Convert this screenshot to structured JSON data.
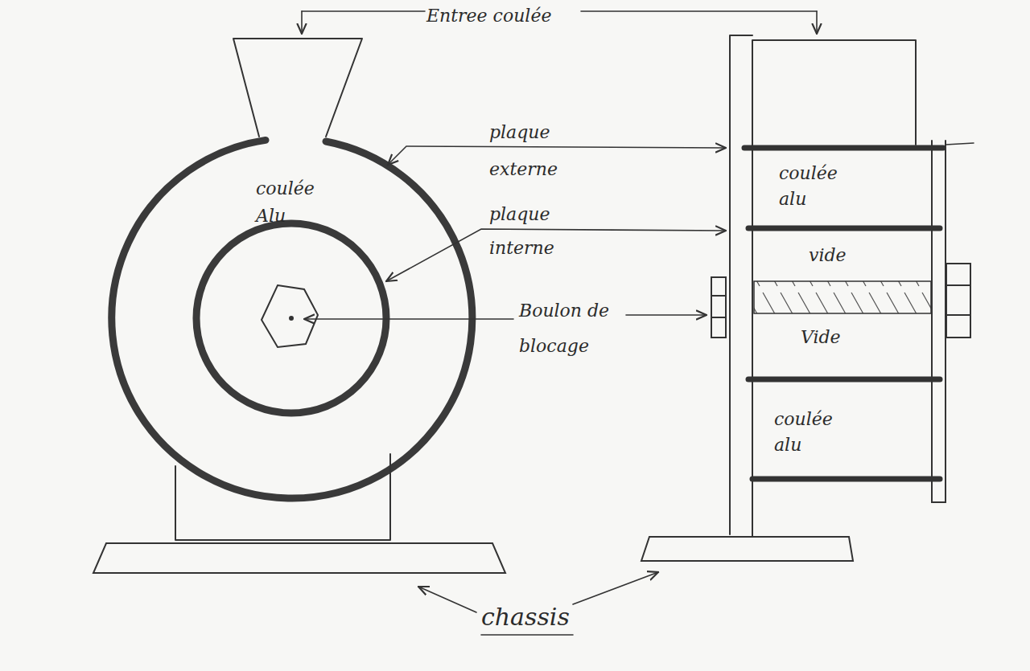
{
  "diagram": {
    "labels": [
      "Entree coulée",
      "plaque externe",
      "plaque interne",
      "coulée Alu",
      "Boulon de blocage",
      "coulée alu",
      "vide",
      "Vide",
      "coulée alu",
      "chassis"
    ]
  }
}
